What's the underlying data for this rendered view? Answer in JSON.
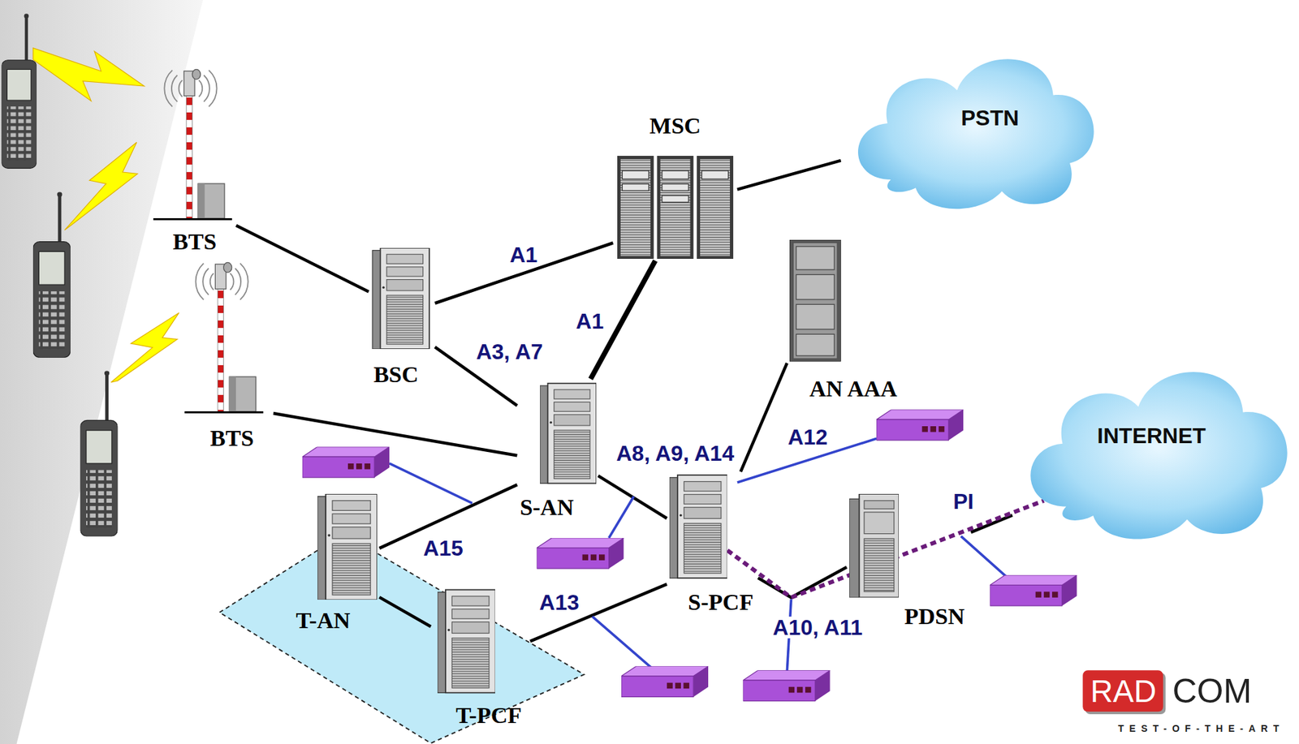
{
  "diagram": {
    "nodes": [
      {
        "text": [
          "BTS"
        ]
      },
      {
        "text": [
          "MSC"
        ]
      },
      {
        "text": [
          "PSTN"
        ]
      },
      {
        "text": [
          "BSC"
        ]
      },
      {
        "text": [
          "BTS"
        ]
      },
      {
        "text": [
          "AN AAA"
        ]
      },
      {
        "text": [
          "INTERNET"
        ]
      },
      {
        "text": [
          "S-AN"
        ]
      },
      {
        "text": [
          "T-AN"
        ]
      },
      {
        "text": [
          "S-PCF"
        ]
      },
      {
        "text": [
          "PDSN"
        ]
      },
      {
        "text": [
          "T-PCF"
        ]
      }
    ],
    "edges": [
      {
        "from": 0,
        "to": 3,
        "arrow": "none"
      },
      {
        "from": 3,
        "to": 1,
        "label": "A1",
        "arrow": "none"
      },
      {
        "from": 1,
        "to": 2,
        "arrow": "none"
      },
      {
        "from": 3,
        "to": 7,
        "label": "A3, A7",
        "arrow": "none"
      },
      {
        "from": 1,
        "to": 7,
        "label": "A1",
        "arrow": "none"
      },
      {
        "from": 4,
        "to": 7,
        "arrow": "none"
      },
      {
        "from": 7,
        "to": 8,
        "label": "A15",
        "arrow": "none"
      },
      {
        "from": 8,
        "to": 11,
        "arrow": "none"
      },
      {
        "from": 7,
        "to": 9,
        "label": "A8, A9, A14",
        "arrow": "none"
      },
      {
        "from": 11,
        "to": 9,
        "label": "A13",
        "arrow": "none"
      },
      {
        "from": 9,
        "to": 5,
        "label": "A12",
        "arrow": "none"
      },
      {
        "from": 9,
        "to": 10,
        "label": "A10, A11",
        "arrow": "none"
      },
      {
        "from": 10,
        "to": 6,
        "label": "PI",
        "arrow": "none"
      }
    ],
    "labels": [
      "RAD",
      "COM",
      "TEST-OF-THE-ART"
    ]
  }
}
